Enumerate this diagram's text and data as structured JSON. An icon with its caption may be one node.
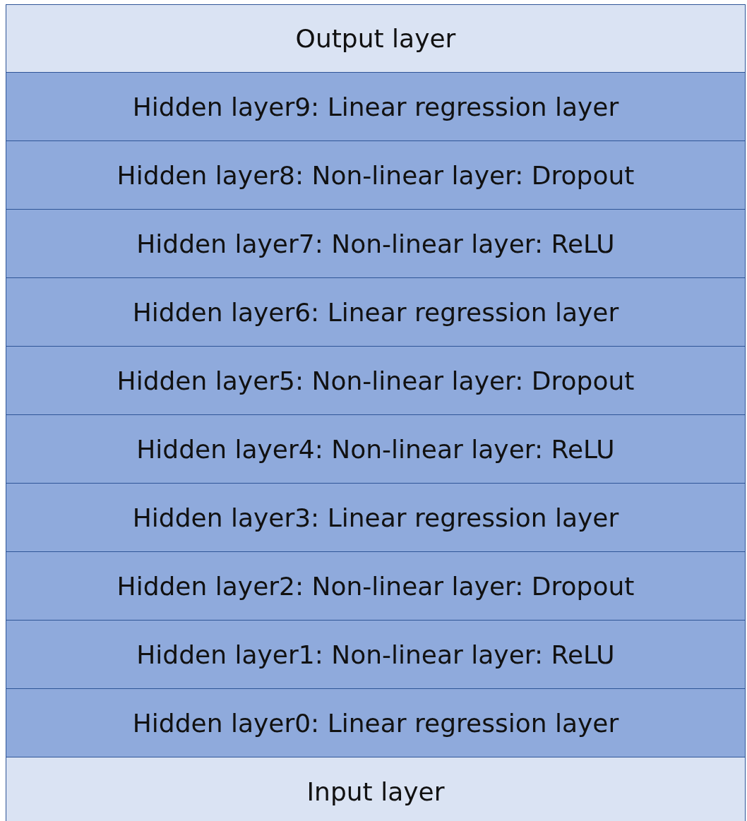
{
  "diagram": {
    "nodes": [
      {
        "text": [
          "Output layer"
        ]
      },
      {
        "text": [
          "Hidden layer9: Linear regression layer"
        ]
      },
      {
        "text": [
          "Hidden layer8: Non-linear layer: Dropout"
        ]
      },
      {
        "text": [
          "Hidden layer7: Non-linear layer: ReLU"
        ]
      },
      {
        "text": [
          "Hidden layer6: Linear regression layer"
        ]
      },
      {
        "text": [
          "Hidden layer5: Non-linear layer: Dropout"
        ]
      },
      {
        "text": [
          "Hidden layer4: Non-linear layer: ReLU"
        ]
      },
      {
        "text": [
          "Hidden layer3: Linear regression layer"
        ]
      },
      {
        "text": [
          "Hidden layer2: Non-linear layer: Dropout"
        ]
      },
      {
        "text": [
          "Hidden layer1: Non-linear layer: ReLU"
        ]
      },
      {
        "text": [
          "Hidden layer0: Linear regression layer"
        ]
      },
      {
        "text": [
          "Input layer"
        ]
      }
    ]
  }
}
